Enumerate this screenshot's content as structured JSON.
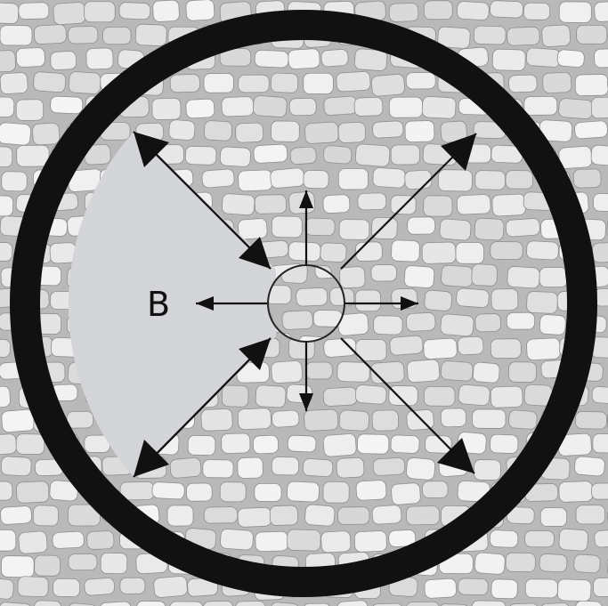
{
  "diagram": {
    "sector_label": "B",
    "colors": {
      "ring": "#111111",
      "arrow": "#111111",
      "sector_fill": "#d4d5d8",
      "cobble_ground": "#b9b9b9",
      "cobble_stone": "#e6e6e6",
      "cobble_edge": "#8f8f8f",
      "hub_outline": "#222222"
    },
    "background": "cobblestone-pavement-photo",
    "icons": [
      "double-headed-arrow",
      "single-arrow",
      "center-hub"
    ]
  }
}
